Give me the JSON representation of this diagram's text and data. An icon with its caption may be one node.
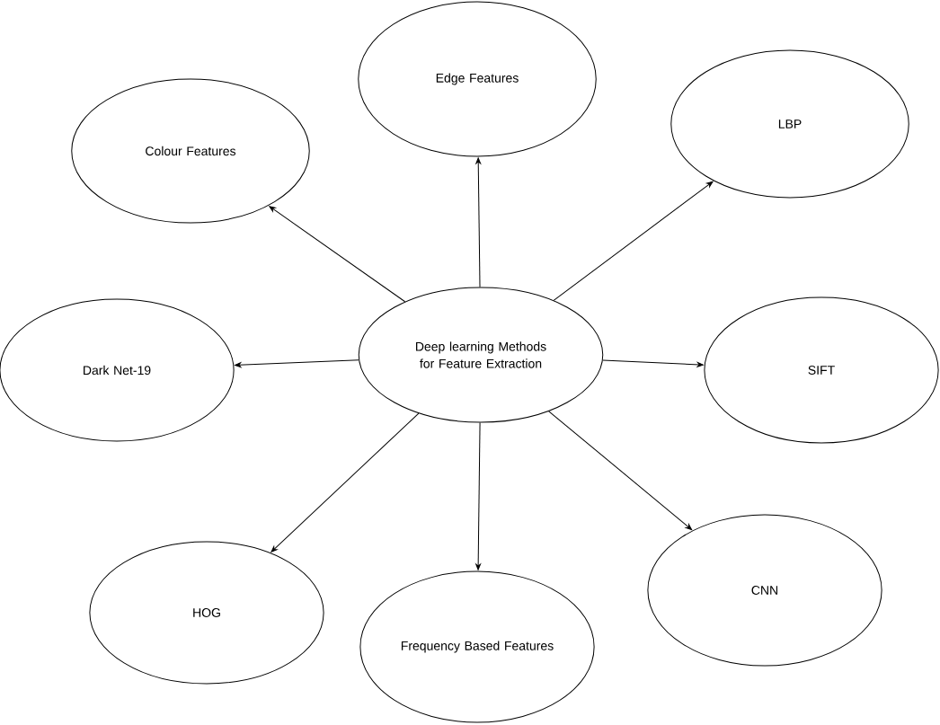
{
  "diagram": {
    "nodes": [
      {
        "text": [
          "Edge Features"
        ]
      },
      {
        "text": [
          "Colour Features"
        ]
      },
      {
        "text": [
          "LBP"
        ]
      },
      {
        "text": [
          "Dark Net-19"
        ]
      },
      {
        "text": [
          "Deep learning Methods for Feature Extraction"
        ]
      },
      {
        "text": [
          "SIFT"
        ]
      },
      {
        "text": [
          "HOG"
        ]
      },
      {
        "text": [
          "Frequency Based Features"
        ]
      },
      {
        "text": [
          "CNN"
        ]
      }
    ],
    "edges": [
      {
        "from": 4,
        "to": 0,
        "arrow": "to"
      },
      {
        "from": 4,
        "to": 1,
        "arrow": "to"
      },
      {
        "from": 4,
        "to": 2,
        "arrow": "to"
      },
      {
        "from": 4,
        "to": 3,
        "arrow": "to"
      },
      {
        "from": 4,
        "to": 5,
        "arrow": "to"
      },
      {
        "from": 4,
        "to": 6,
        "arrow": "to"
      },
      {
        "from": 4,
        "to": 7,
        "arrow": "to"
      },
      {
        "from": 4,
        "to": 8,
        "arrow": "to"
      }
    ]
  }
}
